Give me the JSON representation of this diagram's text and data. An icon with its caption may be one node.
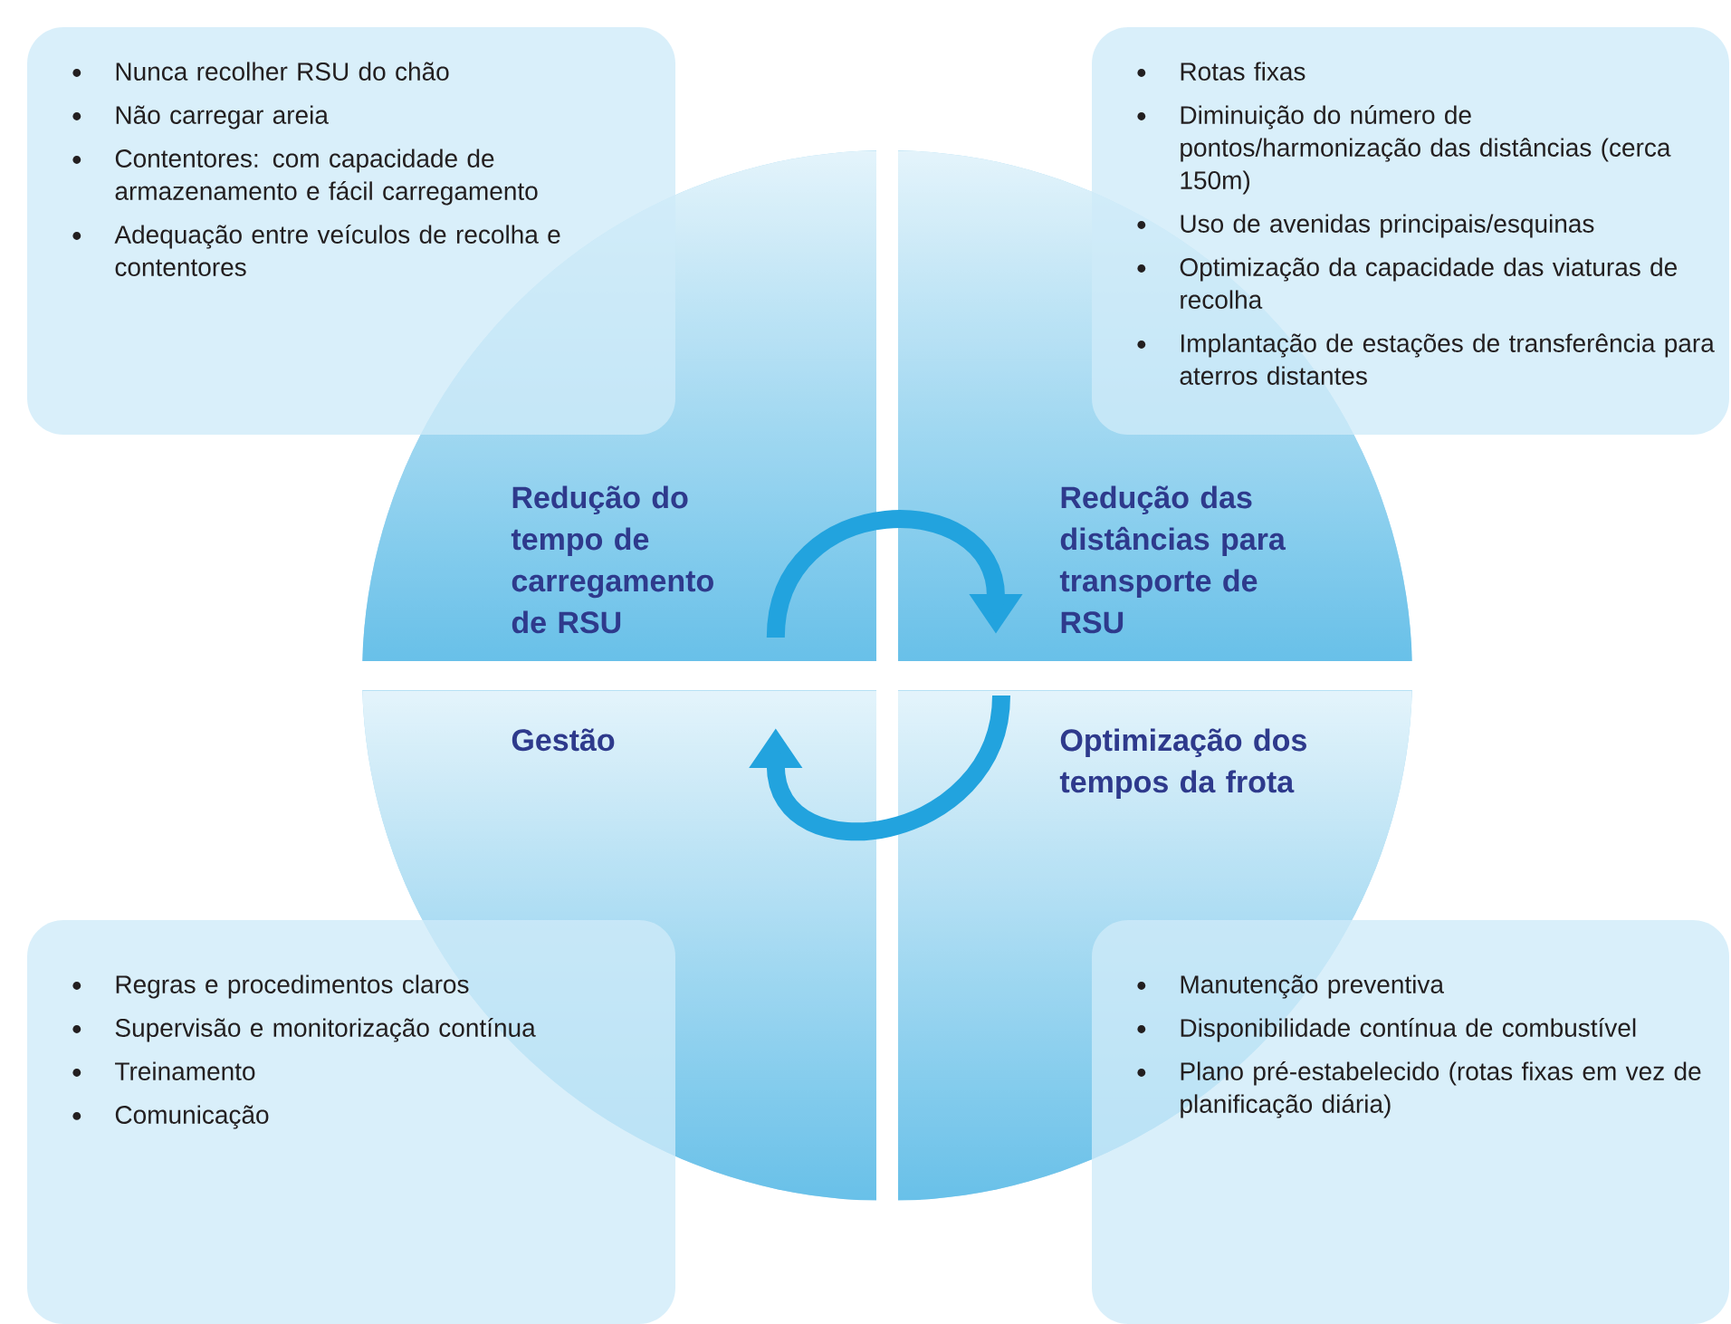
{
  "diagram": {
    "nodes": [
      {
        "text": [
          "Nunca recolher RSU do chão",
          "Não carregar areia",
          "Contentores: com capacidade de armazenamento e fácil carregamento",
          "Adequação entre veículos de recolha e contentores"
        ]
      },
      {
        "text": [
          "Rotas fixas",
          "Diminuição do número de pontos/harmonização das distâncias (cerca 150m)",
          "Uso de avenidas principais/esquinas",
          "Optimização da capacidade das viaturas de recolha",
          "Implantação de estações de transferência para aterros distantes"
        ]
      },
      {
        "text": [
          "Redução do tempo de carregamento de RSU"
        ]
      },
      {
        "text": [
          "Redução das distâncias para transporte de RSU"
        ]
      },
      {
        "text": [
          "Gestão"
        ]
      },
      {
        "text": [
          "Optimização dos tempos da frota"
        ]
      },
      {
        "text": [
          "Regras e procedimentos claros",
          "Supervisão e monitorização contínua",
          "Treinamento",
          "Comunicação"
        ]
      },
      {
        "text": [
          "Manutenção preventiva",
          "Disponibilidade contínua de combustível",
          "Plano pré-estabelecido (rotas fixas em vez de planificação diária)"
        ]
      }
    ],
    "edges": [
      {
        "from": 2,
        "to": 3,
        "arrow": "to"
      },
      {
        "from": 5,
        "to": 4,
        "arrow": "to"
      }
    ]
  }
}
